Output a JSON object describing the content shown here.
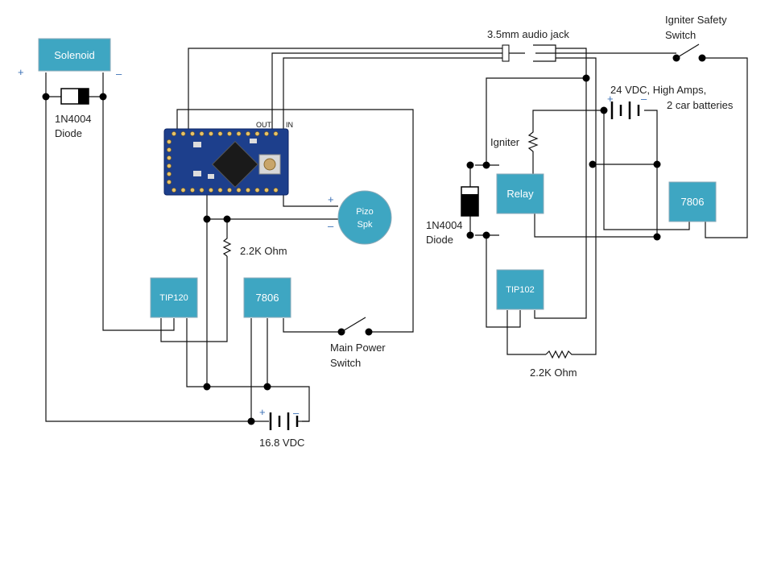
{
  "colors": {
    "component_fill": "#3ea6c2",
    "pcb_fill": "#1d3f8c",
    "plus_sign": "#3a6fb5",
    "minus_sign": "#3a6fb5",
    "wire": "#111111"
  },
  "components": {
    "solenoid": "Solenoid",
    "tip120": "TIP120",
    "reg_left": "7806",
    "speaker_line1": "Pizo",
    "speaker_line2": "Spk",
    "relay": "Relay",
    "tip102": "TIP102",
    "reg_right": "7806"
  },
  "labels": {
    "diode_left_line1": "1N4004",
    "diode_left_line2": "Diode",
    "resistor_left": "2.2K Ohm",
    "main_switch_line1": "Main Power",
    "main_switch_line2": "Switch",
    "battery_left": "16.8 VDC",
    "audio_jack": "3.5mm  audio jack",
    "safety_switch_line1": "Igniter Safety",
    "safety_switch_line2": "Switch",
    "battery_right_line1": "24 VDC, High Amps,",
    "battery_right_line2": "2 car batteries",
    "igniter": "Igniter",
    "diode_right_line1": "1N4004",
    "diode_right_line2": "Diode",
    "resistor_right": "2.2K Ohm",
    "pin_out": "OUT",
    "pin_in": "IN"
  },
  "signs": {
    "plus": "+",
    "minus": "–"
  }
}
